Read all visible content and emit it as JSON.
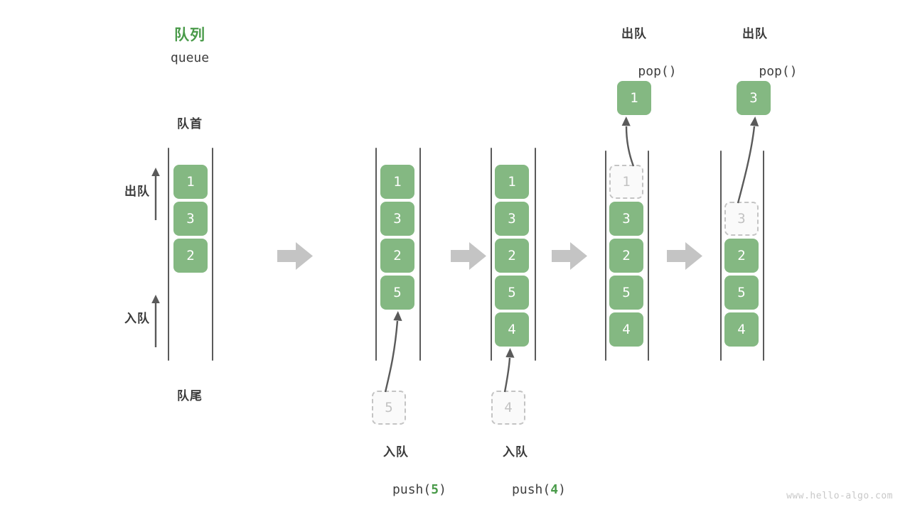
{
  "meta": {
    "watermark": "www.hello-algo.com",
    "colors": {
      "cell_fill": "#84b882",
      "cell_text": "#ffffff",
      "ghost_fill": "#fafafa",
      "ghost_border": "#c4c4c4",
      "ghost_text": "#c2c2c2",
      "rail": "#5a5a5a",
      "arrow_gray": "#c4c4c4",
      "curve_arrow": "#5a5a5a",
      "title_green": "#4a9b4a",
      "text_dark": "#3a3a3a"
    }
  },
  "title": {
    "cn": "队列",
    "en": "queue"
  },
  "side_labels": {
    "front": "队首",
    "rear": "队尾",
    "dequeue": "出队",
    "enqueue": "入队"
  },
  "columns": [
    {
      "id": "initial-queue",
      "cells": [
        "1",
        "3",
        "2"
      ],
      "ghost_top": null,
      "ghost_bottom": null,
      "op_cn": null,
      "op_code": null,
      "pop_result": null
    },
    {
      "id": "after-push-5",
      "cells": [
        "1",
        "3",
        "2",
        "5"
      ],
      "ghost_top": null,
      "ghost_bottom": "5",
      "op_cn": "入队",
      "op_code_pre": "push(",
      "op_code_num": "5",
      "op_code_post": ")",
      "pop_result": null
    },
    {
      "id": "after-push-4",
      "cells": [
        "1",
        "3",
        "2",
        "5",
        "4"
      ],
      "ghost_top": null,
      "ghost_bottom": "4",
      "op_cn": "入队",
      "op_code_pre": "push(",
      "op_code_num": "4",
      "op_code_post": ")",
      "pop_result": null
    },
    {
      "id": "after-pop-1",
      "cells": [
        "3",
        "2",
        "5",
        "4"
      ],
      "ghost_top": "1",
      "ghost_bottom": null,
      "op_cn": "出队",
      "op_code_pre": "pop(",
      "op_code_num": "",
      "op_code_post": ")",
      "pop_result": "1"
    },
    {
      "id": "after-pop-3",
      "cells": [
        "2",
        "5",
        "4"
      ],
      "ghost_top": "3",
      "ghost_bottom": null,
      "op_cn": "出队",
      "op_code_pre": "pop(",
      "op_code_num": "",
      "op_code_post": ")",
      "pop_result": "3"
    }
  ]
}
